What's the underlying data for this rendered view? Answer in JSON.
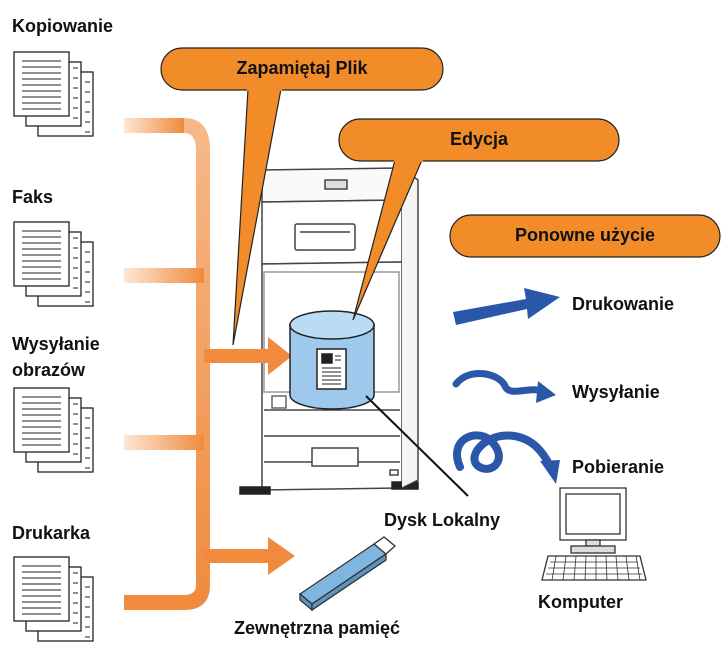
{
  "sources": {
    "copy": "Kopiowanie",
    "fax": "Faks",
    "image_send_line1": "Wysyłanie",
    "image_send_line2": "obrazów",
    "printer": "Drukarka"
  },
  "callouts": {
    "file_store": "Zapamiętaj Plik",
    "edit": "Edycja",
    "reuse": "Ponowne użycie"
  },
  "outputs": {
    "print": "Drukowanie",
    "send": "Wysyłanie",
    "download": "Pobieranie"
  },
  "storage": {
    "local_disk": "Dysk Lokalny",
    "external_memory": "Zewnętrzna pamięć"
  },
  "computer": "Komputer",
  "colors": {
    "callout": "#f28c28",
    "flow_arrow_start": "#fde3cf",
    "flow_arrow_end": "#f08a3c",
    "disk": "#9ec9ec",
    "output_arrow": "#2a57a8",
    "usb": "#7fb6e0"
  },
  "icons": [
    "document-stack-icon",
    "mfp-printer-icon",
    "hard-disk-icon",
    "usb-stick-icon",
    "computer-icon"
  ]
}
